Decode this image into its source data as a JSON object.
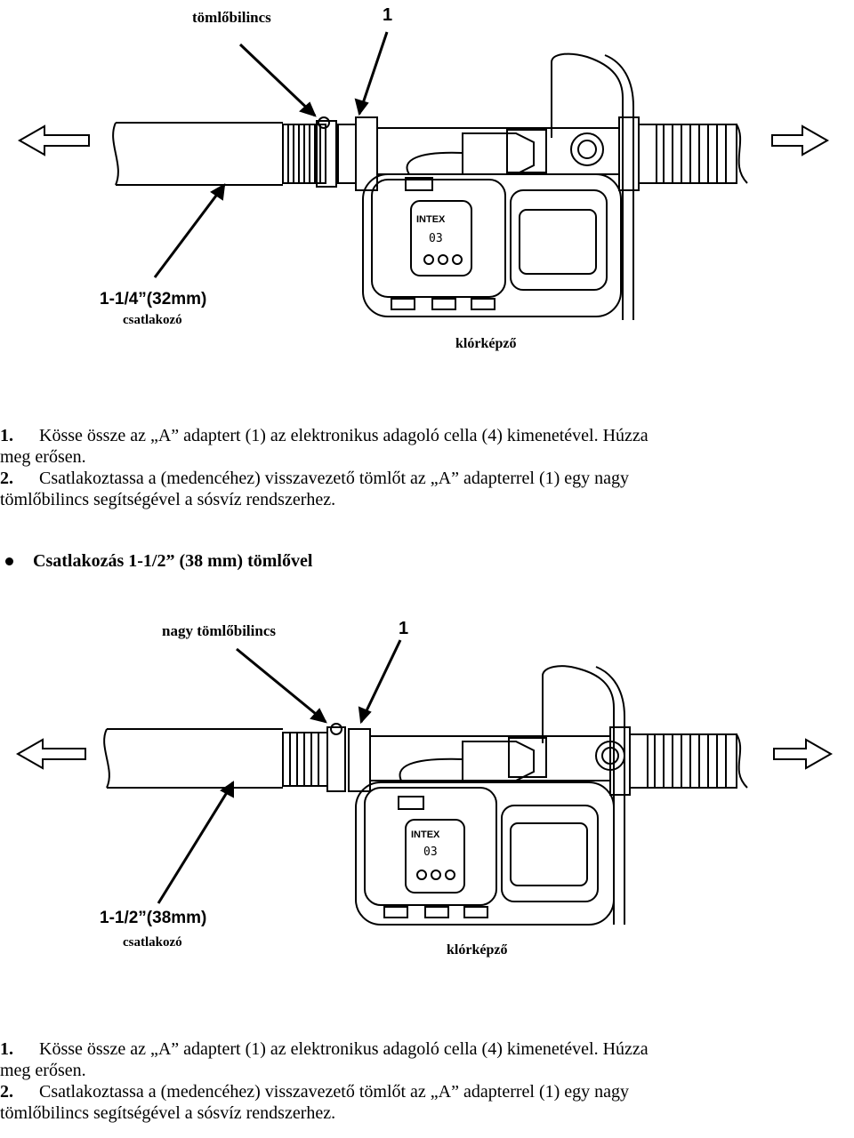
{
  "diagram1": {
    "clamp_label": "tömlőbilincs",
    "number_label": "1",
    "size_label": "1-1/4”(32mm)",
    "connector_label": "csatlakozó",
    "chlorinator_label": "klórképző",
    "brand": "INTEX",
    "display": "03"
  },
  "steps1": [
    {
      "num": "1.",
      "line1": "Kösse össze az „A” adaptert (1) az elektronikus adagoló cella (4) kimenetével. Húzza",
      "line2": "meg erősen."
    },
    {
      "num": "2.",
      "line1": "Csatlakoztassa a (medencéhez) visszavezető tömlőt az „A” adapterrel (1) egy nagy",
      "line2": "tömlőbilincs segítségével a sósvíz rendszerhez."
    }
  ],
  "section_heading": "Csatlakozás 1-1/2” (38 mm) tömlővel",
  "diagram2": {
    "clamp_label": "nagy tömlőbilincs",
    "number_label": "1",
    "size_label": "1-1/2”(38mm)",
    "connector_label": "csatlakozó",
    "chlorinator_label": "klórképző",
    "brand": "INTEX",
    "display": "03"
  },
  "steps2": [
    {
      "num": "1.",
      "line1": "Kösse össze az „A” adaptert (1) az elektronikus adagoló cella (4) kimenetével. Húzza",
      "line2": "meg erősen."
    },
    {
      "num": "2.",
      "line1": "Csatlakoztassa a (medencéhez) visszavezető tömlőt az „A” adapterrel (1) egy nagy",
      "line2": "tömlőbilincs segítségével a sósvíz rendszerhez."
    }
  ]
}
